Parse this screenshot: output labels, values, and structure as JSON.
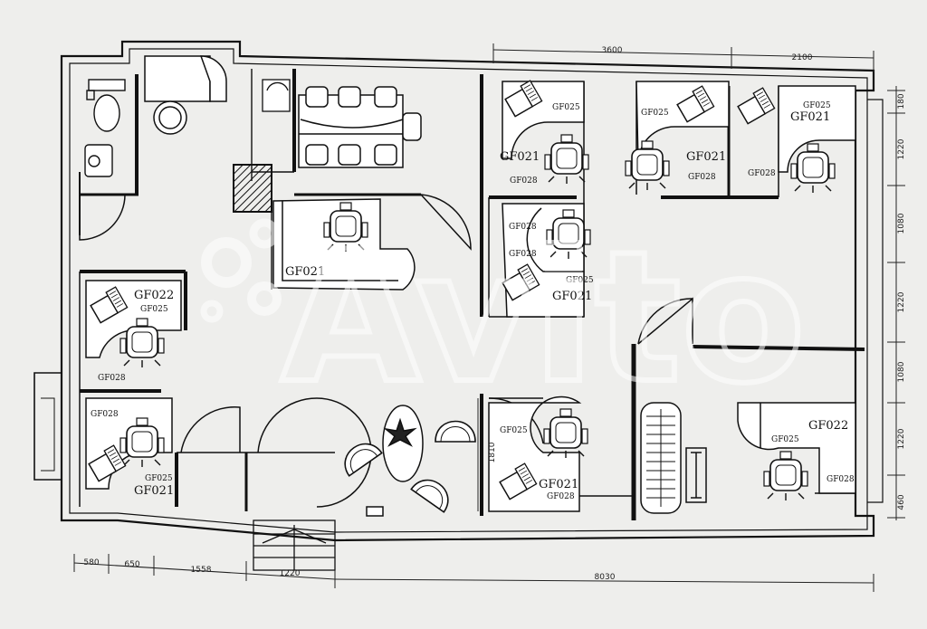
{
  "colors": {
    "paper": "#f2f2f0",
    "ink": "#111111",
    "watermark": "#ffffff"
  },
  "watermark": "Avito",
  "labels": [
    {
      "id": "wc-top-right",
      "text": "GF025",
      "size": "small"
    },
    {
      "id": "ws-top-right",
      "text": "GF021",
      "size": "large"
    },
    {
      "id": "ws-mid-right",
      "text": "GF021",
      "size": "large"
    },
    {
      "id": "ws-top-mid",
      "text": "GF025",
      "size": "small"
    },
    {
      "id": "ws-top-left-a",
      "text": "GF025",
      "size": "small"
    },
    {
      "id": "ws-top-left-b",
      "text": "GF021",
      "size": "large"
    },
    {
      "id": "ws-top-left-c",
      "text": "GF028",
      "size": "small"
    },
    {
      "id": "ws-top-left-d",
      "text": "GF028",
      "size": "small"
    },
    {
      "id": "ws-mid-a",
      "text": "GF028",
      "size": "small"
    },
    {
      "id": "ws-mid-b",
      "text": "GF028",
      "size": "small"
    },
    {
      "id": "ws-mid-c",
      "text": "GF028",
      "size": "small"
    },
    {
      "id": "ws-mid-d",
      "text": "GF025",
      "size": "small"
    },
    {
      "id": "ws-mid-e",
      "text": "GF021",
      "size": "large"
    },
    {
      "id": "reception",
      "text": "GF021",
      "size": "large"
    },
    {
      "id": "left-a",
      "text": "GF022",
      "size": "large"
    },
    {
      "id": "left-b",
      "text": "GF025",
      "size": "small"
    },
    {
      "id": "left-c",
      "text": "GF028",
      "size": "small"
    },
    {
      "id": "left-d",
      "text": "GF028",
      "size": "small"
    },
    {
      "id": "left-e",
      "text": "GF025",
      "size": "small"
    },
    {
      "id": "left-f",
      "text": "GF021",
      "size": "large"
    },
    {
      "id": "bottom-a",
      "text": "GF025",
      "size": "small"
    },
    {
      "id": "bottom-b",
      "text": "GF021",
      "size": "large"
    },
    {
      "id": "bottom-c",
      "text": "GF028",
      "size": "small"
    },
    {
      "id": "right-a",
      "text": "GF022",
      "size": "large"
    },
    {
      "id": "right-b",
      "text": "GF025",
      "size": "small"
    },
    {
      "id": "right-c",
      "text": "GF028",
      "size": "small"
    }
  ],
  "dimensions": {
    "top": [
      "3600",
      "2100"
    ],
    "right": [
      "180",
      "1220",
      "1080",
      "1220",
      "1080",
      "1220",
      "460"
    ],
    "bottom": [
      "580",
      "650",
      "1558",
      "1220",
      "8030"
    ],
    "left_bottom": [
      "1810"
    ]
  }
}
